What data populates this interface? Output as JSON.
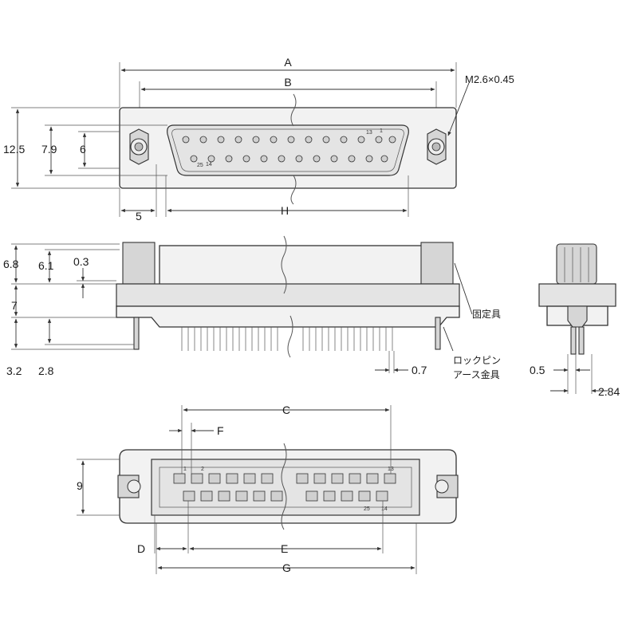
{
  "front_view": {
    "dim_A": "A",
    "dim_B": "B",
    "dim_H": "H",
    "dim_overall_height": "12.5",
    "dim_shell_height": "7.9",
    "dim_inner_height": "6",
    "dim_flange": "5",
    "thread_spec": "M2.6×0.45",
    "pin_label_13": "13",
    "pin_label_14": "14",
    "pin_label_25": "25"
  },
  "side_view": {
    "dim_6_8": "6.8",
    "dim_6_1": "6.1",
    "dim_0_3": "0.3",
    "dim_7": "7",
    "dim_3_2": "3.2",
    "dim_2_8": "2.8",
    "dim_0_7": "0.7",
    "dim_0_5": "0.5",
    "dim_2_84": "2.84",
    "callout_fixture": "固定具",
    "callout_lockpin_1": "ロックピン",
    "callout_lockpin_2": "アース金具"
  },
  "bottom_view": {
    "dim_C": "C",
    "dim_F": "F",
    "dim_9": "9",
    "dim_D": "D",
    "dim_E": "E",
    "dim_G": "G",
    "pin_label_1": "1",
    "pin_label_2": "2",
    "pin_label_13": "13",
    "pin_label_14": "14",
    "pin_label_25": "25"
  }
}
